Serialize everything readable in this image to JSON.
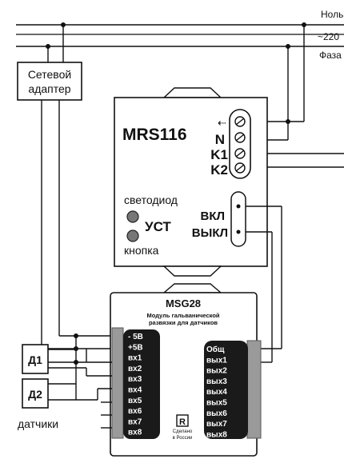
{
  "mains": {
    "line1": "Ноль",
    "line2": "~220",
    "line3": "Фаза"
  },
  "adapter": {
    "line1": "Сетевой",
    "line2": "адаптер"
  },
  "relay": {
    "model": "MRS116",
    "terminals": [
      "N",
      "K1",
      "K2"
    ],
    "led_label": "светодиод",
    "button_label": "кнопка",
    "set_label": "УСТ",
    "on_label": "ВКЛ",
    "off_label": "ВЫКЛ"
  },
  "module": {
    "model": "MSG28",
    "desc1": "Модуль гальванической",
    "desc2": "развязки для датчиков",
    "left_pins": [
      "- 5В",
      "+5В",
      "вх1",
      "вх2",
      "вх3",
      "вх4",
      "вх5",
      "вх6",
      "вх7",
      "вх8"
    ],
    "right_pins": [
      "Общ",
      "вых1",
      "вых2",
      "вых3",
      "вых4",
      "вых5",
      "вых6",
      "вых7",
      "вых8"
    ],
    "logo_text": "R",
    "made1": "Сделано",
    "made2": "в России"
  },
  "sensors": {
    "d1": "Д1",
    "d2": "Д2",
    "caption": "датчики"
  }
}
